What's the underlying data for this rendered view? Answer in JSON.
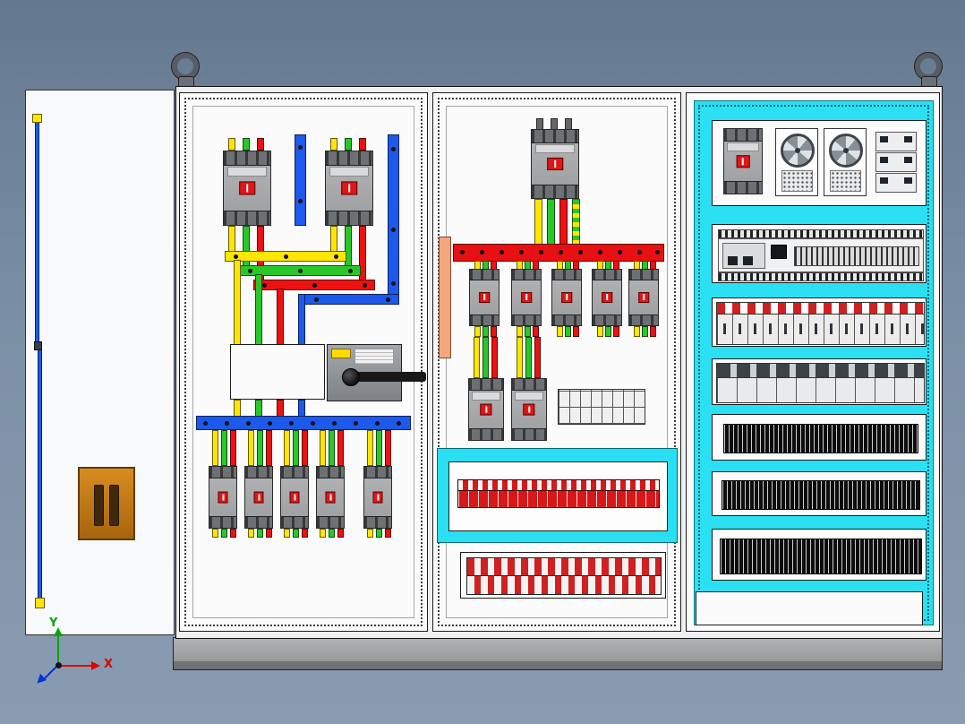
{
  "viewport": {
    "description": "3D CAD front view of a three-section low-voltage power distribution cabinet with open white door",
    "background_color": "#7b8fa6"
  },
  "axis_triad": {
    "x_label": "X",
    "y_label": "Y",
    "x_color": "#e00000",
    "y_color": "#00a800",
    "z_color": "#0030e0"
  },
  "palette": {
    "phase_yellow": "#ffe600",
    "phase_green": "#29c829",
    "phase_red": "#ee1111",
    "neutral_blue": "#1d59ea",
    "busbar_red": "#e81010",
    "panel_cyan": "#2be0f2",
    "terminal_red": "#d81818",
    "cabinet_white": "#f6f7f8",
    "plinth_gray": "#9ea0a2",
    "door_handle_brown": "#c77a1a"
  },
  "cabinet": {
    "lifting_eyes": 2,
    "door": {
      "panel": "white",
      "interlock_handle": "brown",
      "bonding_wire": "blue"
    },
    "sections": [
      {
        "name": "incoming and changeover section",
        "main_breakers": 2,
        "busbar_phases": 4,
        "changeover_switch": 1,
        "neutral_busbar": 1,
        "outgoing_breakers": 5
      },
      {
        "name": "feeder distribution section",
        "incoming_breaker": 1,
        "busbar_mounted_breakers": 5,
        "sub_feed_breakers": 2,
        "terminal_block_rows": 4
      },
      {
        "name": "control and metering section",
        "breaker": 1,
        "cooling_fans": 2,
        "panel_meters": 3,
        "plc_controller": 1,
        "relay_modules": 14,
        "contactor_modules": 10,
        "terminal_strip_rows": 3
      }
    ]
  }
}
